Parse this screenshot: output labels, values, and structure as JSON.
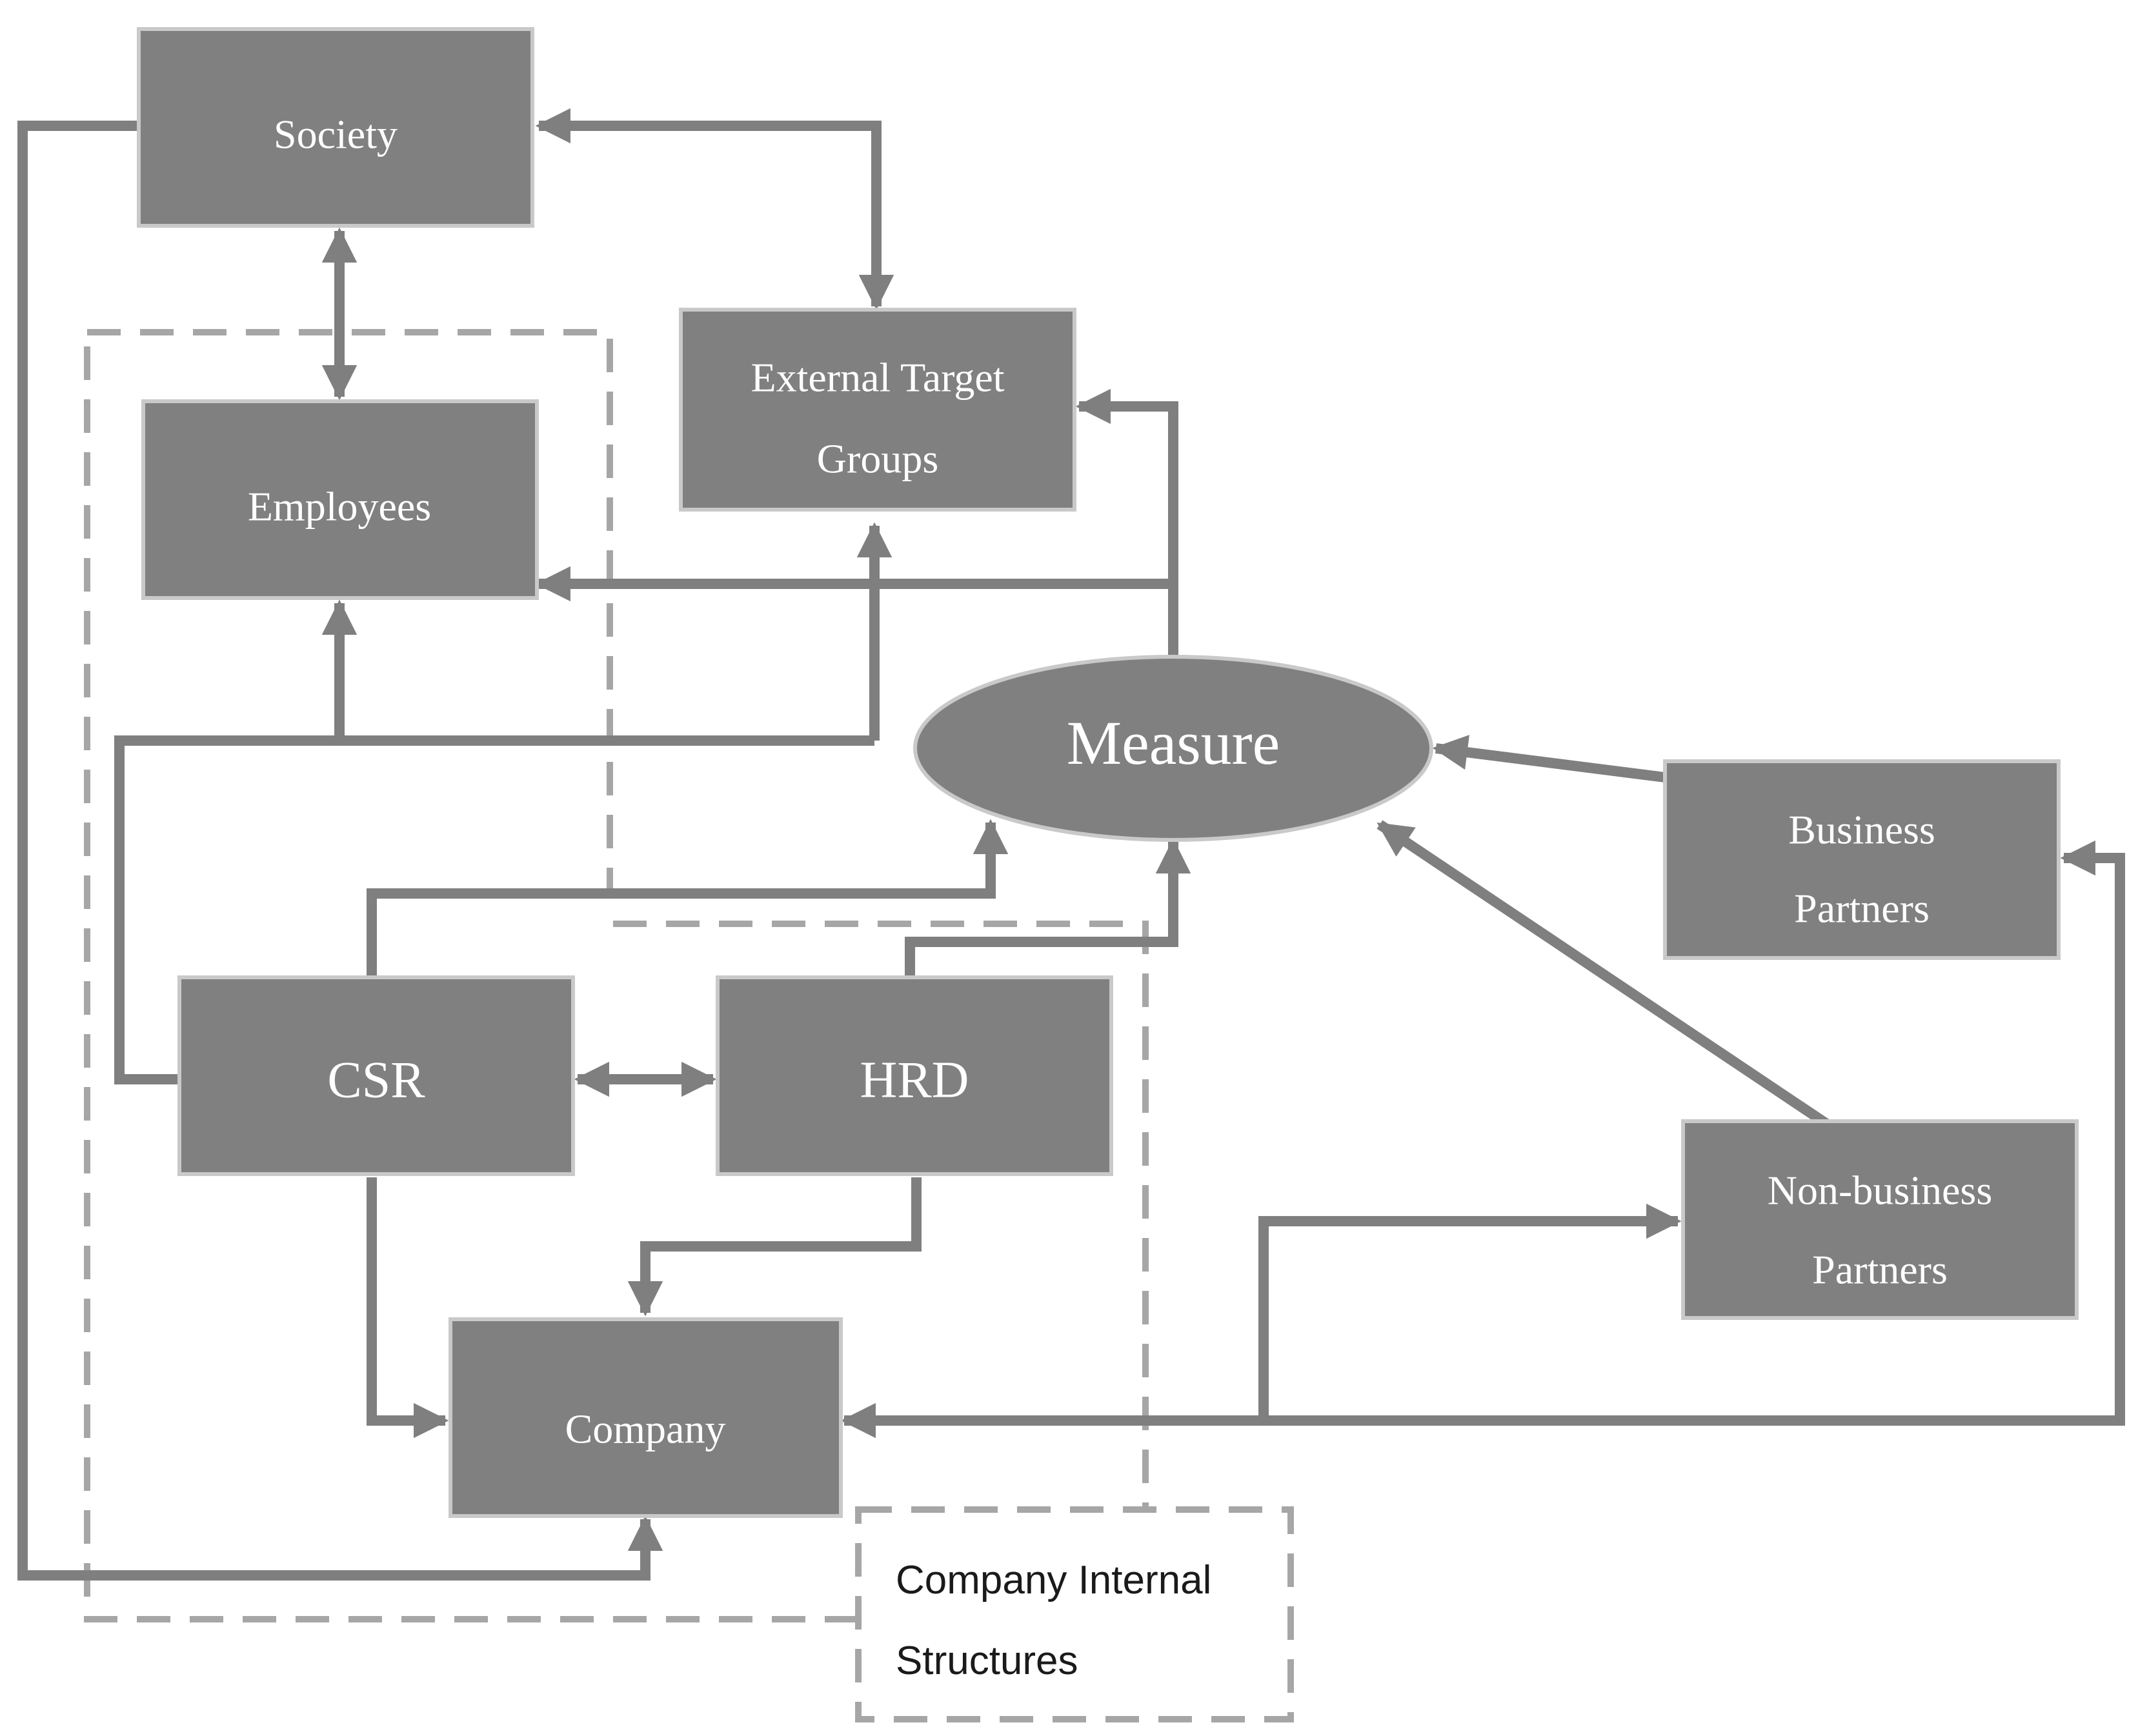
{
  "nodes": {
    "society": "Society",
    "employees": "Employees",
    "external_target_groups": [
      "External Target",
      "Groups"
    ],
    "measure": "Measure",
    "business_partners": [
      "Business",
      "Partners"
    ],
    "csr": "CSR",
    "hrd": "HRD",
    "non_business_partners": [
      "Non-business",
      "Partners"
    ],
    "company": "Company"
  },
  "legend": {
    "lines": [
      "Company Internal",
      "Structures"
    ]
  },
  "colors": {
    "node_fill": "#808080",
    "node_border": "#c9c9c9",
    "edge": "#7f7f7f",
    "dashed_border": "#a6a6a6"
  }
}
